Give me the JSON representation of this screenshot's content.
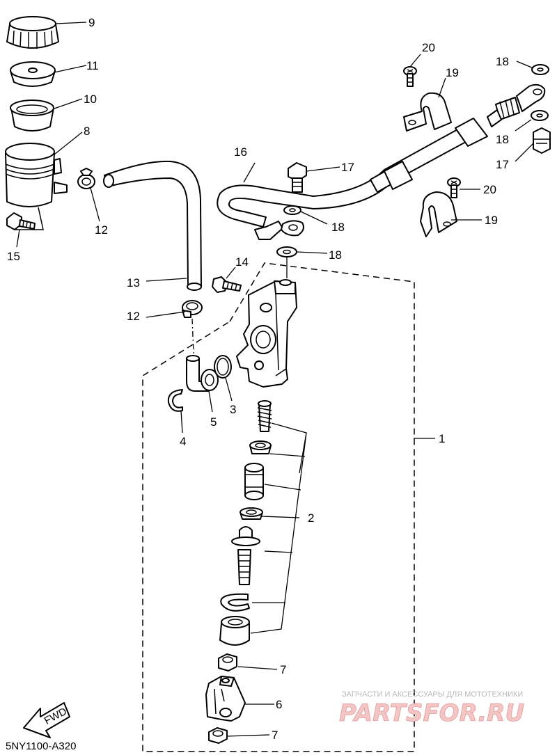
{
  "diagram_code": "5NY1100-A320",
  "fwd_label": "FWD",
  "watermark": {
    "caption": "ЗАПЧАСТИ И АКСЕССУАРЫ ДЛЯ МОТОТЕХНИКИ",
    "brand": "PARTSFOR.RU"
  },
  "callouts": {
    "c1": "1",
    "c2": "2",
    "c3": "3",
    "c4": "4",
    "c5": "5",
    "c6": "6",
    "c7a": "7",
    "c7b": "7",
    "c8": "8",
    "c9": "9",
    "c10": "10",
    "c11": "11",
    "c12a": "12",
    "c12b": "12",
    "c13": "13",
    "c14": "14",
    "c15": "15",
    "c16": "16",
    "c17a": "17",
    "c17b": "17",
    "c18a": "18",
    "c18b": "18",
    "c18c": "18",
    "c18d": "18",
    "c19a": "19",
    "c19b": "19",
    "c20a": "20",
    "c20b": "20"
  }
}
